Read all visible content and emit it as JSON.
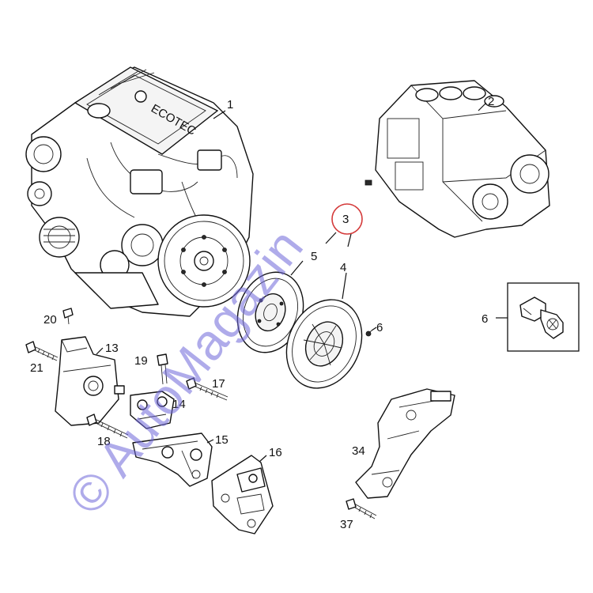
{
  "engine_label": "ECOTEC",
  "watermark": "© AutoMagazin",
  "callouts": {
    "p1": "1",
    "p2": "2",
    "p3": "3",
    "p4": "4",
    "p5": "5",
    "p6a": "6",
    "p6b": "6",
    "p13": "13",
    "p14": "14",
    "p15": "15",
    "p16": "16",
    "p17": "17",
    "p18": "18",
    "p19": "19",
    "p20": "20",
    "p21": "21",
    "p34": "34",
    "p37": "37"
  },
  "colors": {
    "highlight_ring": "#d43a3a",
    "watermark": "#6e66d8"
  }
}
